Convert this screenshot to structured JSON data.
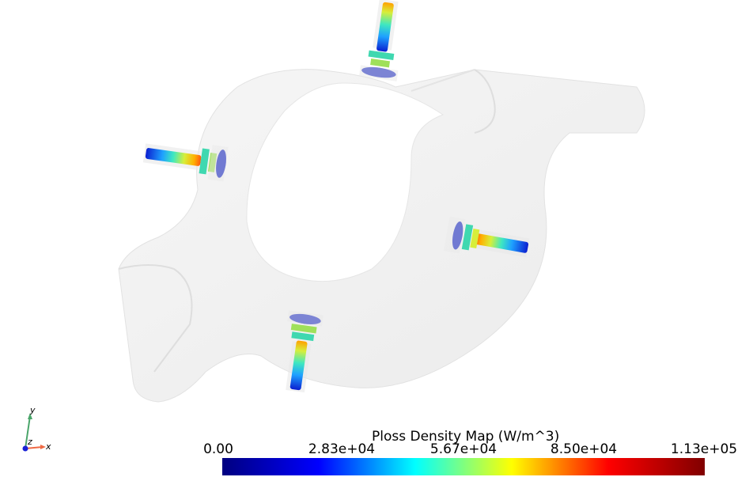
{
  "colorbar": {
    "title": "Ploss Density Map (W/m^3)",
    "ticks": [
      "0.00",
      "2.83e+04",
      "5.67e+04",
      "8.50e+04",
      "1.13e+05"
    ],
    "colormap": [
      "#000080",
      "#0000ff",
      "#00ffff",
      "#ffff00",
      "#ff0000",
      "#800000"
    ]
  },
  "axes": {
    "x": "x",
    "y": "y",
    "z": "z"
  },
  "colors": {
    "x_axis": "#ef6a45",
    "y_axis": "#4aa56a",
    "z_axis": "#1a22d6",
    "body": "#f0f0f0"
  }
}
